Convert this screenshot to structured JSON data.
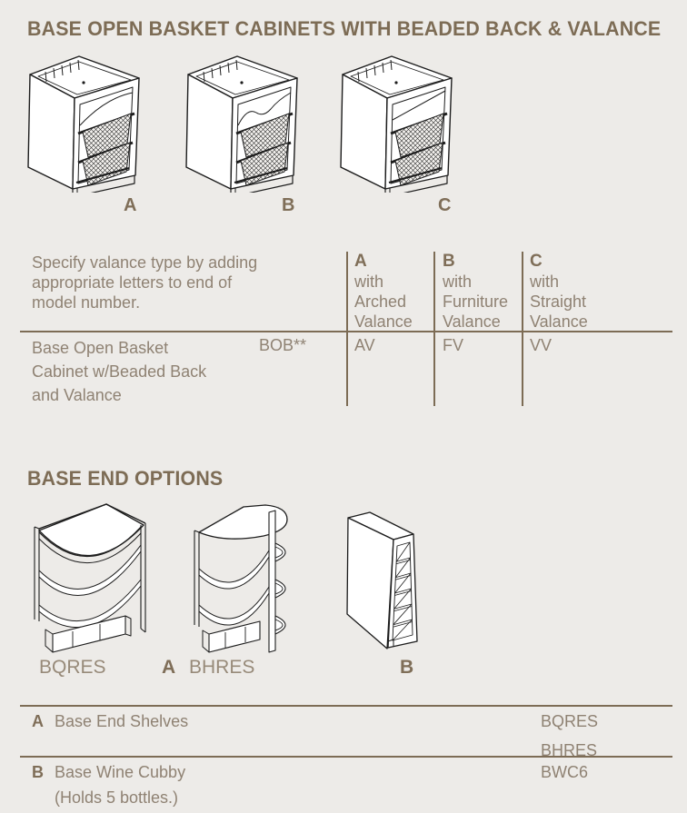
{
  "colors": {
    "background": "#edebe8",
    "accent_brown": "#7d6c55",
    "text_brown": "#8f8273",
    "line_art": "#1d1d1d"
  },
  "basket_section": {
    "title": "BASE OPEN BASKET CABINETS WITH BEADED BACK & VALANCE",
    "figure_labels": [
      "A",
      "B",
      "C"
    ],
    "spec_table": {
      "description": "Specify valance type by adding appropriate letters to end of model number.",
      "columns": [
        {
          "letter": "A",
          "line1": "with",
          "line2": "Arched",
          "line3": "Valance",
          "value": "AV"
        },
        {
          "letter": "B",
          "line1": "with",
          "line2": "Furniture",
          "line3": "Valance",
          "value": "FV"
        },
        {
          "letter": "C",
          "line1": "with",
          "line2": "Straight",
          "line3": "Valance",
          "value": "VV"
        }
      ],
      "product": {
        "name": "Base Open Basket Cabinet w/Beaded Back and Valance",
        "model": "BOB**"
      }
    }
  },
  "end_options_section": {
    "title": "BASE END OPTIONS",
    "figures": [
      {
        "letter": "",
        "label": "BQRES"
      },
      {
        "letter": "A",
        "label": "BHRES"
      },
      {
        "letter": "B",
        "label": ""
      }
    ],
    "table": {
      "rows": [
        {
          "letter": "A",
          "name": "Base End Shelves",
          "note": "",
          "model1": "BQRES",
          "model2": "BHRES"
        },
        {
          "letter": "B",
          "name": "Base Wine Cubby",
          "note": "(Holds 5 bottles.)",
          "model1": "BWC6",
          "model2": ""
        }
      ]
    }
  }
}
